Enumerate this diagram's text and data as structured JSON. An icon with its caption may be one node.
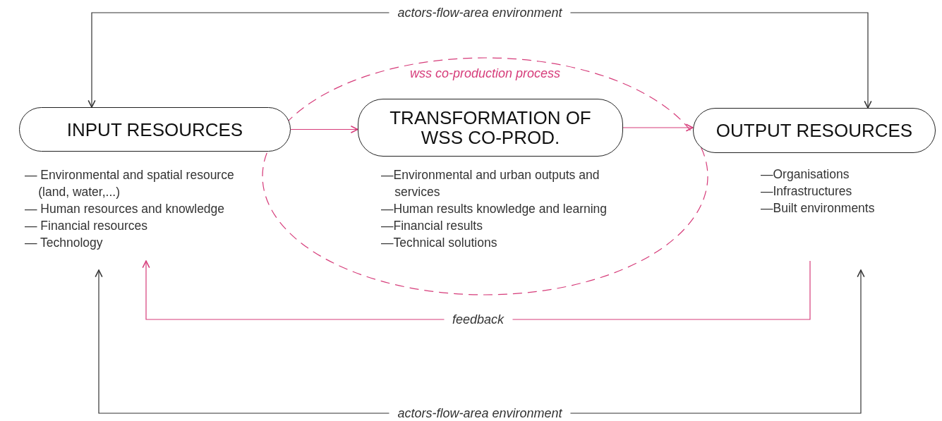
{
  "diagram": {
    "nodes": [
      {
        "text": [
          "wss co-production process"
        ]
      },
      {
        "text": [
          "INPUT RESOURCES"
        ],
        "beside": [
          "— Environmental and spatial resource (land, water,...)",
          "— Human resources and knowledge",
          "— Financial resources",
          "— Technology"
        ]
      },
      {
        "text": [
          "TRANSFORMATION OF WSS CO-PROD."
        ],
        "in": 0,
        "beside": [
          "—Environmental and urban outputs and services",
          "—Human results knowledge and learning",
          "—Financial results",
          "—Technical solutions"
        ]
      },
      {
        "text": [
          "OUTPUT RESOURCES"
        ],
        "beside": [
          "—Organisations",
          "—Infrastructures",
          "—Built environments"
        ]
      }
    ],
    "edges": [
      {
        "from": 1,
        "to": 2,
        "arrow": "to"
      },
      {
        "from": 2,
        "to": 3,
        "arrow": "to"
      },
      {
        "from": 1,
        "to": 3,
        "arrow": "both",
        "label": "actors-flow-area environment",
        "color": "#333333"
      },
      {
        "from": 1,
        "to": 3,
        "arrow": "both",
        "label": "actors-flow-area environment",
        "color": "#333333"
      },
      {
        "from": 3,
        "to": 1,
        "arrow": "to",
        "label": "feedback"
      }
    ]
  }
}
